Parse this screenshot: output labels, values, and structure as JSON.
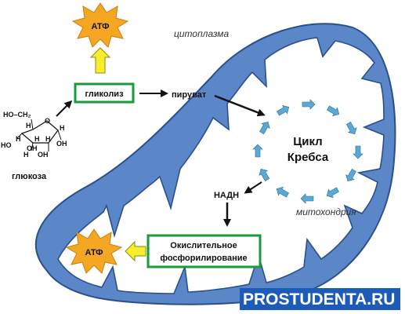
{
  "labels": {
    "cytoplasm": "цитоплазма",
    "mitochondria": "митохондрия",
    "glycolysis": "гликолиз",
    "pyruvate": "пируват",
    "krebs_line1": "Цикл",
    "krebs_line2": "Кребса",
    "nadh": "НАДН",
    "oxphos_line1": "Окислительное",
    "oxphos_line2": "фосфорилирование",
    "glucose": "глюкоза",
    "atp_top": "АТФ",
    "atp_bottom": "АТФ"
  },
  "glucose_structure": {
    "ch2_group": "HO–CH₂",
    "ring_oxygen": "O",
    "h_atom": "H",
    "oh_group": "OH",
    "ho_group": "HO"
  },
  "watermark": {
    "part1": "PRO",
    "part2": "STUDENTA.RU"
  },
  "colors": {
    "membrane": "#5b86c8",
    "membrane_outline": "#2a4f8c",
    "box_border": "#1b9a3a",
    "atp_star": "#f5a623",
    "arrow_yellow": "#f7ee2d",
    "cycle_arrow": "#5aa8d4",
    "watermark_bg": "#1d5bb8"
  }
}
